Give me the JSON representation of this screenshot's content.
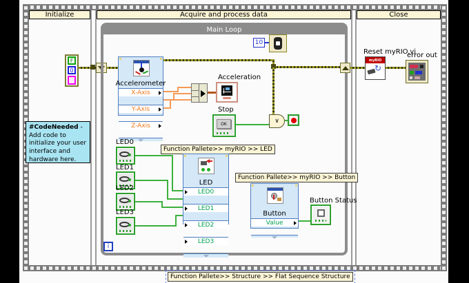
{
  "sequence": {
    "frames": [
      {
        "title": "Initialize"
      },
      {
        "title": "Acquire and process data"
      },
      {
        "title": "Close"
      }
    ],
    "bottom_label": "Function Pallete>> Structure >> Flat Sequence Structure"
  },
  "initialize": {
    "error_constant": {
      "bool": "F",
      "num": "0"
    },
    "comment": {
      "bold": "#CodeNeeded",
      "rest": " - Add code to initialize your user interface and hardware here."
    }
  },
  "acquire": {
    "main_loop": {
      "title": "Main Loop",
      "iteration": "i"
    },
    "wait": {
      "constant": "10"
    },
    "accelerometer": {
      "title": "Accelerometer",
      "rows": [
        "X-Axis",
        "Y-Axis",
        "Z-Axis"
      ]
    },
    "acceleration_label": "Acceleration",
    "stop": {
      "label": "Stop",
      "button_text": "OK"
    },
    "or_symbol": "∨",
    "leds": {
      "controls": [
        "LED0",
        "LED1",
        "LED2",
        "LED3"
      ],
      "palette_label": "Function Pallete>> myRIO >> LED",
      "vi": {
        "title": "LED",
        "rows": [
          "LED0",
          "LED1",
          "LED2",
          "LED3"
        ]
      }
    },
    "button": {
      "palette_label": "Function Pallete>> myRIO >> Button",
      "vi": {
        "title": "Button",
        "row": "Value"
      },
      "status_label": "Button Status"
    }
  },
  "close": {
    "reset_label": "Reset myRIO.vi",
    "reset_banner": "myRIO",
    "error_out_label": "error out"
  },
  "colors": {
    "express_fill": "#D5E8F8",
    "express_border": "#4E7DBF",
    "error_wire": "#97971F",
    "boolean_green": "#2CA02C",
    "orange_wire": "#F59A56",
    "comment_bg": "#A8E4F2",
    "header_bg": "#FBF4D5",
    "loop_gray": "#8C8C8C"
  }
}
